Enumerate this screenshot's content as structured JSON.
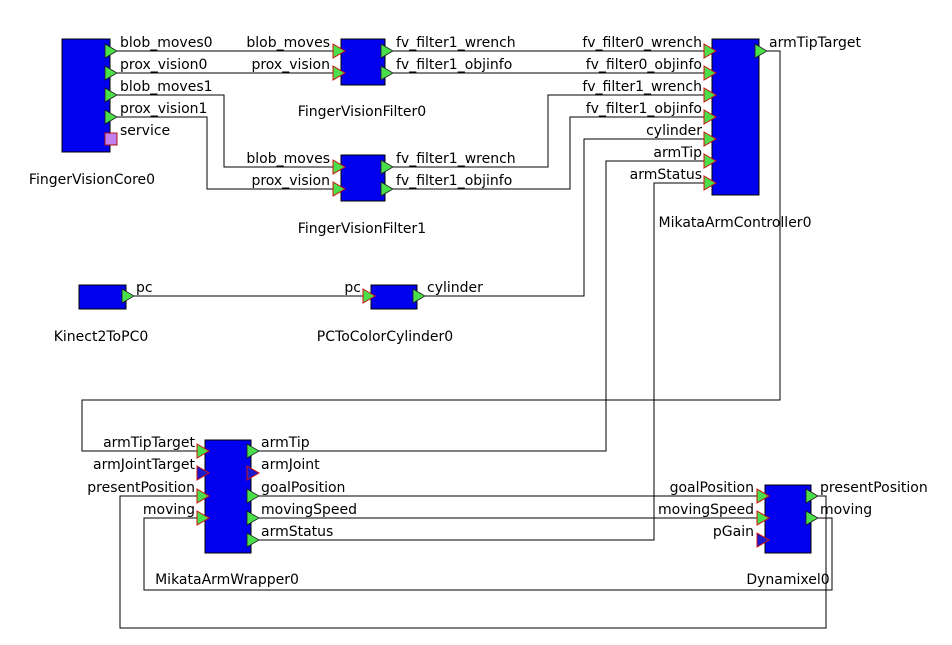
{
  "components": {
    "fingerVisionCore0": {
      "name": "FingerVisionCore0",
      "ports": [
        "blob_moves0",
        "prox_vision0",
        "blob_moves1",
        "prox_vision1",
        "service"
      ]
    },
    "fingerVisionFilter0": {
      "name": "FingerVisionFilter0",
      "in_ports": [
        "blob_moves",
        "prox_vision"
      ],
      "out_ports": [
        "fv_filter1_wrench",
        "fv_filter1_objinfo"
      ]
    },
    "fingerVisionFilter1": {
      "name": "FingerVisionFilter1",
      "in_ports": [
        "blob_moves",
        "prox_vision"
      ],
      "out_ports": [
        "fv_filter1_wrench",
        "fv_filter1_objinfo"
      ]
    },
    "mikataArmController0": {
      "name": "MikataArmController0",
      "in_ports": [
        "fv_filter0_wrench",
        "fv_filter0_objinfo",
        "fv_filter1_wrench",
        "fv_filter1_objinfo",
        "cylinder",
        "armTip",
        "armStatus"
      ],
      "out_ports": [
        "armTipTarget"
      ]
    },
    "kinect2ToPC0": {
      "name": "Kinect2ToPC0",
      "out_ports": [
        "pc"
      ]
    },
    "pcToColorCylinder0": {
      "name": "PCToColorCylinder0",
      "in_ports": [
        "pc"
      ],
      "out_ports": [
        "cylinder"
      ]
    },
    "mikataArmWrapper0": {
      "name": "MikataArmWrapper0",
      "in_ports": [
        "armTipTarget",
        "armJointTarget",
        "presentPosition",
        "moving"
      ],
      "out_ports": [
        "armTip",
        "armJoint",
        "goalPosition",
        "movingSpeed",
        "armStatus"
      ]
    },
    "dynamixel0": {
      "name": "Dynamixel0",
      "in_ports": [
        "goalPosition",
        "movingSpeed",
        "pGain"
      ],
      "out_ports": [
        "presentPosition",
        "moving"
      ]
    }
  },
  "colors": {
    "component_fill": "#0000ee",
    "port_green": "#4ade4a",
    "port_navy": "#1a1acc",
    "port_service": "#c080f0",
    "port_border_red": "#d01010"
  }
}
